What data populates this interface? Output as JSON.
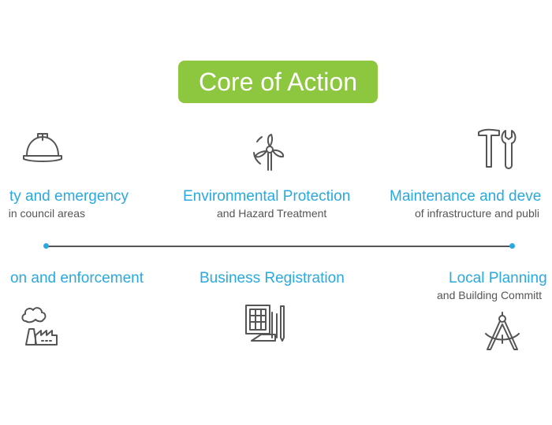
{
  "title": "Core of Action",
  "colors": {
    "accent_green": "#8dc63f",
    "accent_blue": "#29a9e1",
    "text_gray": "#555555"
  },
  "top_row": [
    {
      "title": "ty and emergency",
      "subtitle": "in council areas",
      "icon": "hard-hat-icon"
    },
    {
      "title": "Environmental Protection",
      "subtitle": "and Hazard Treatment",
      "icon": "wind-turbine-icon"
    },
    {
      "title": "Maintenance and deve",
      "subtitle": "of infrastructure and publi",
      "icon": "hammer-wrench-icon"
    }
  ],
  "bottom_row": [
    {
      "title": "on and enforcement",
      "icon": "factory-icon"
    },
    {
      "title": "Business Registration",
      "icon": "calculator-icon"
    },
    {
      "title": "Local Planning",
      "subtitle": "and Building Committ",
      "icon": "drafting-compass-icon"
    }
  ]
}
